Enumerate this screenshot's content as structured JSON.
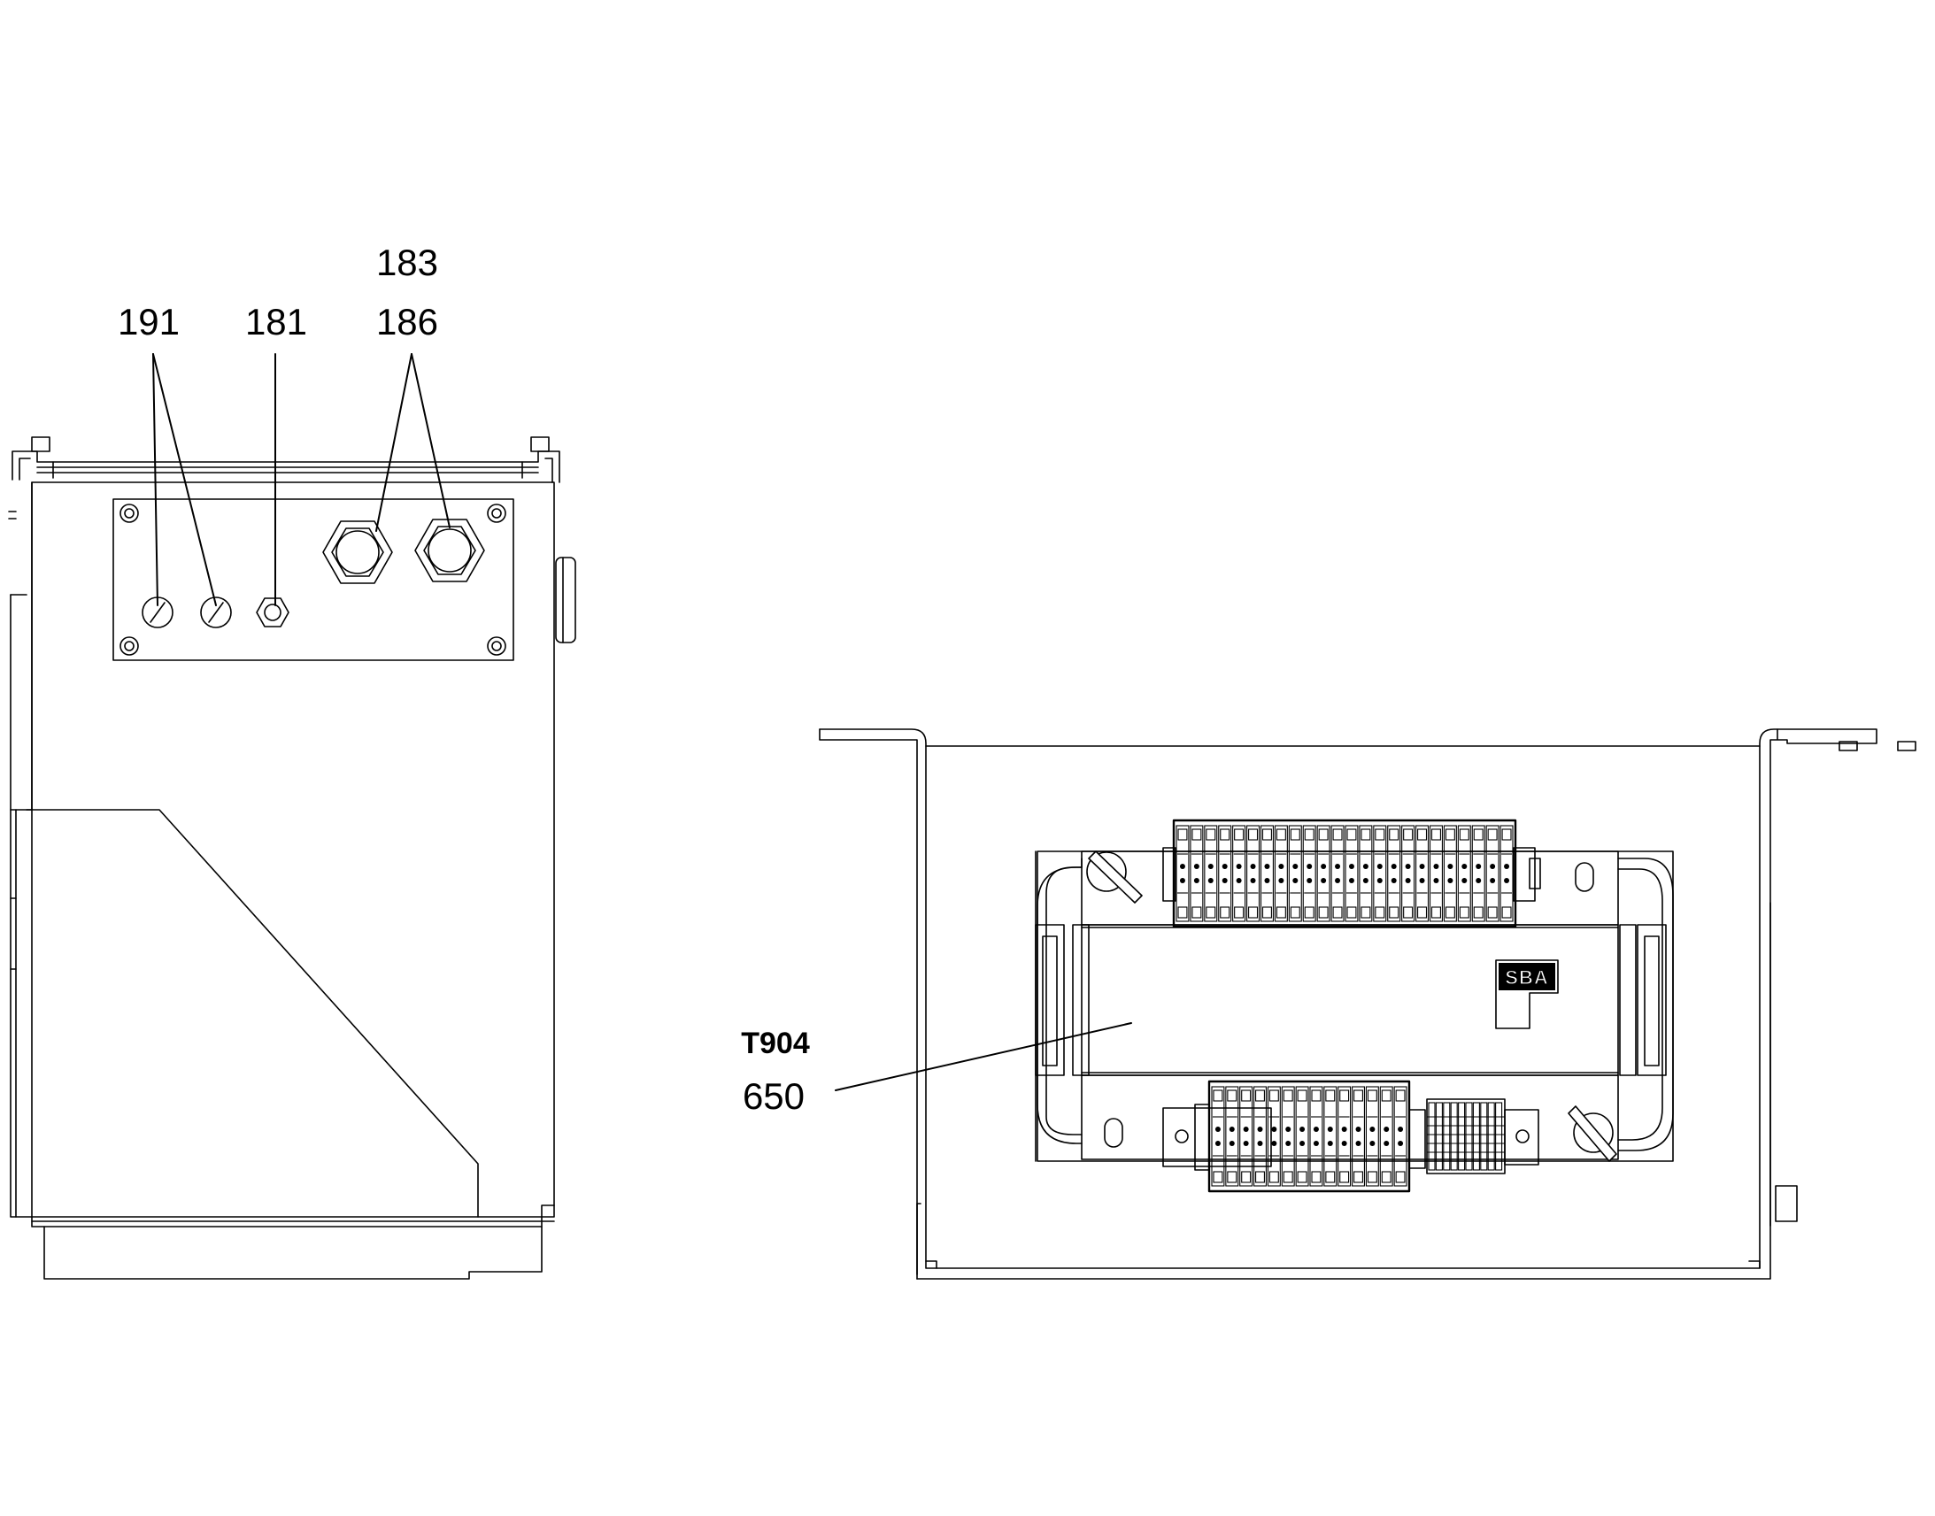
{
  "callouts": {
    "c183": "183",
    "c191": "191",
    "c181": "181",
    "c186": "186",
    "t904": "T904",
    "c650": "650"
  },
  "logo": {
    "text": "SBA"
  }
}
